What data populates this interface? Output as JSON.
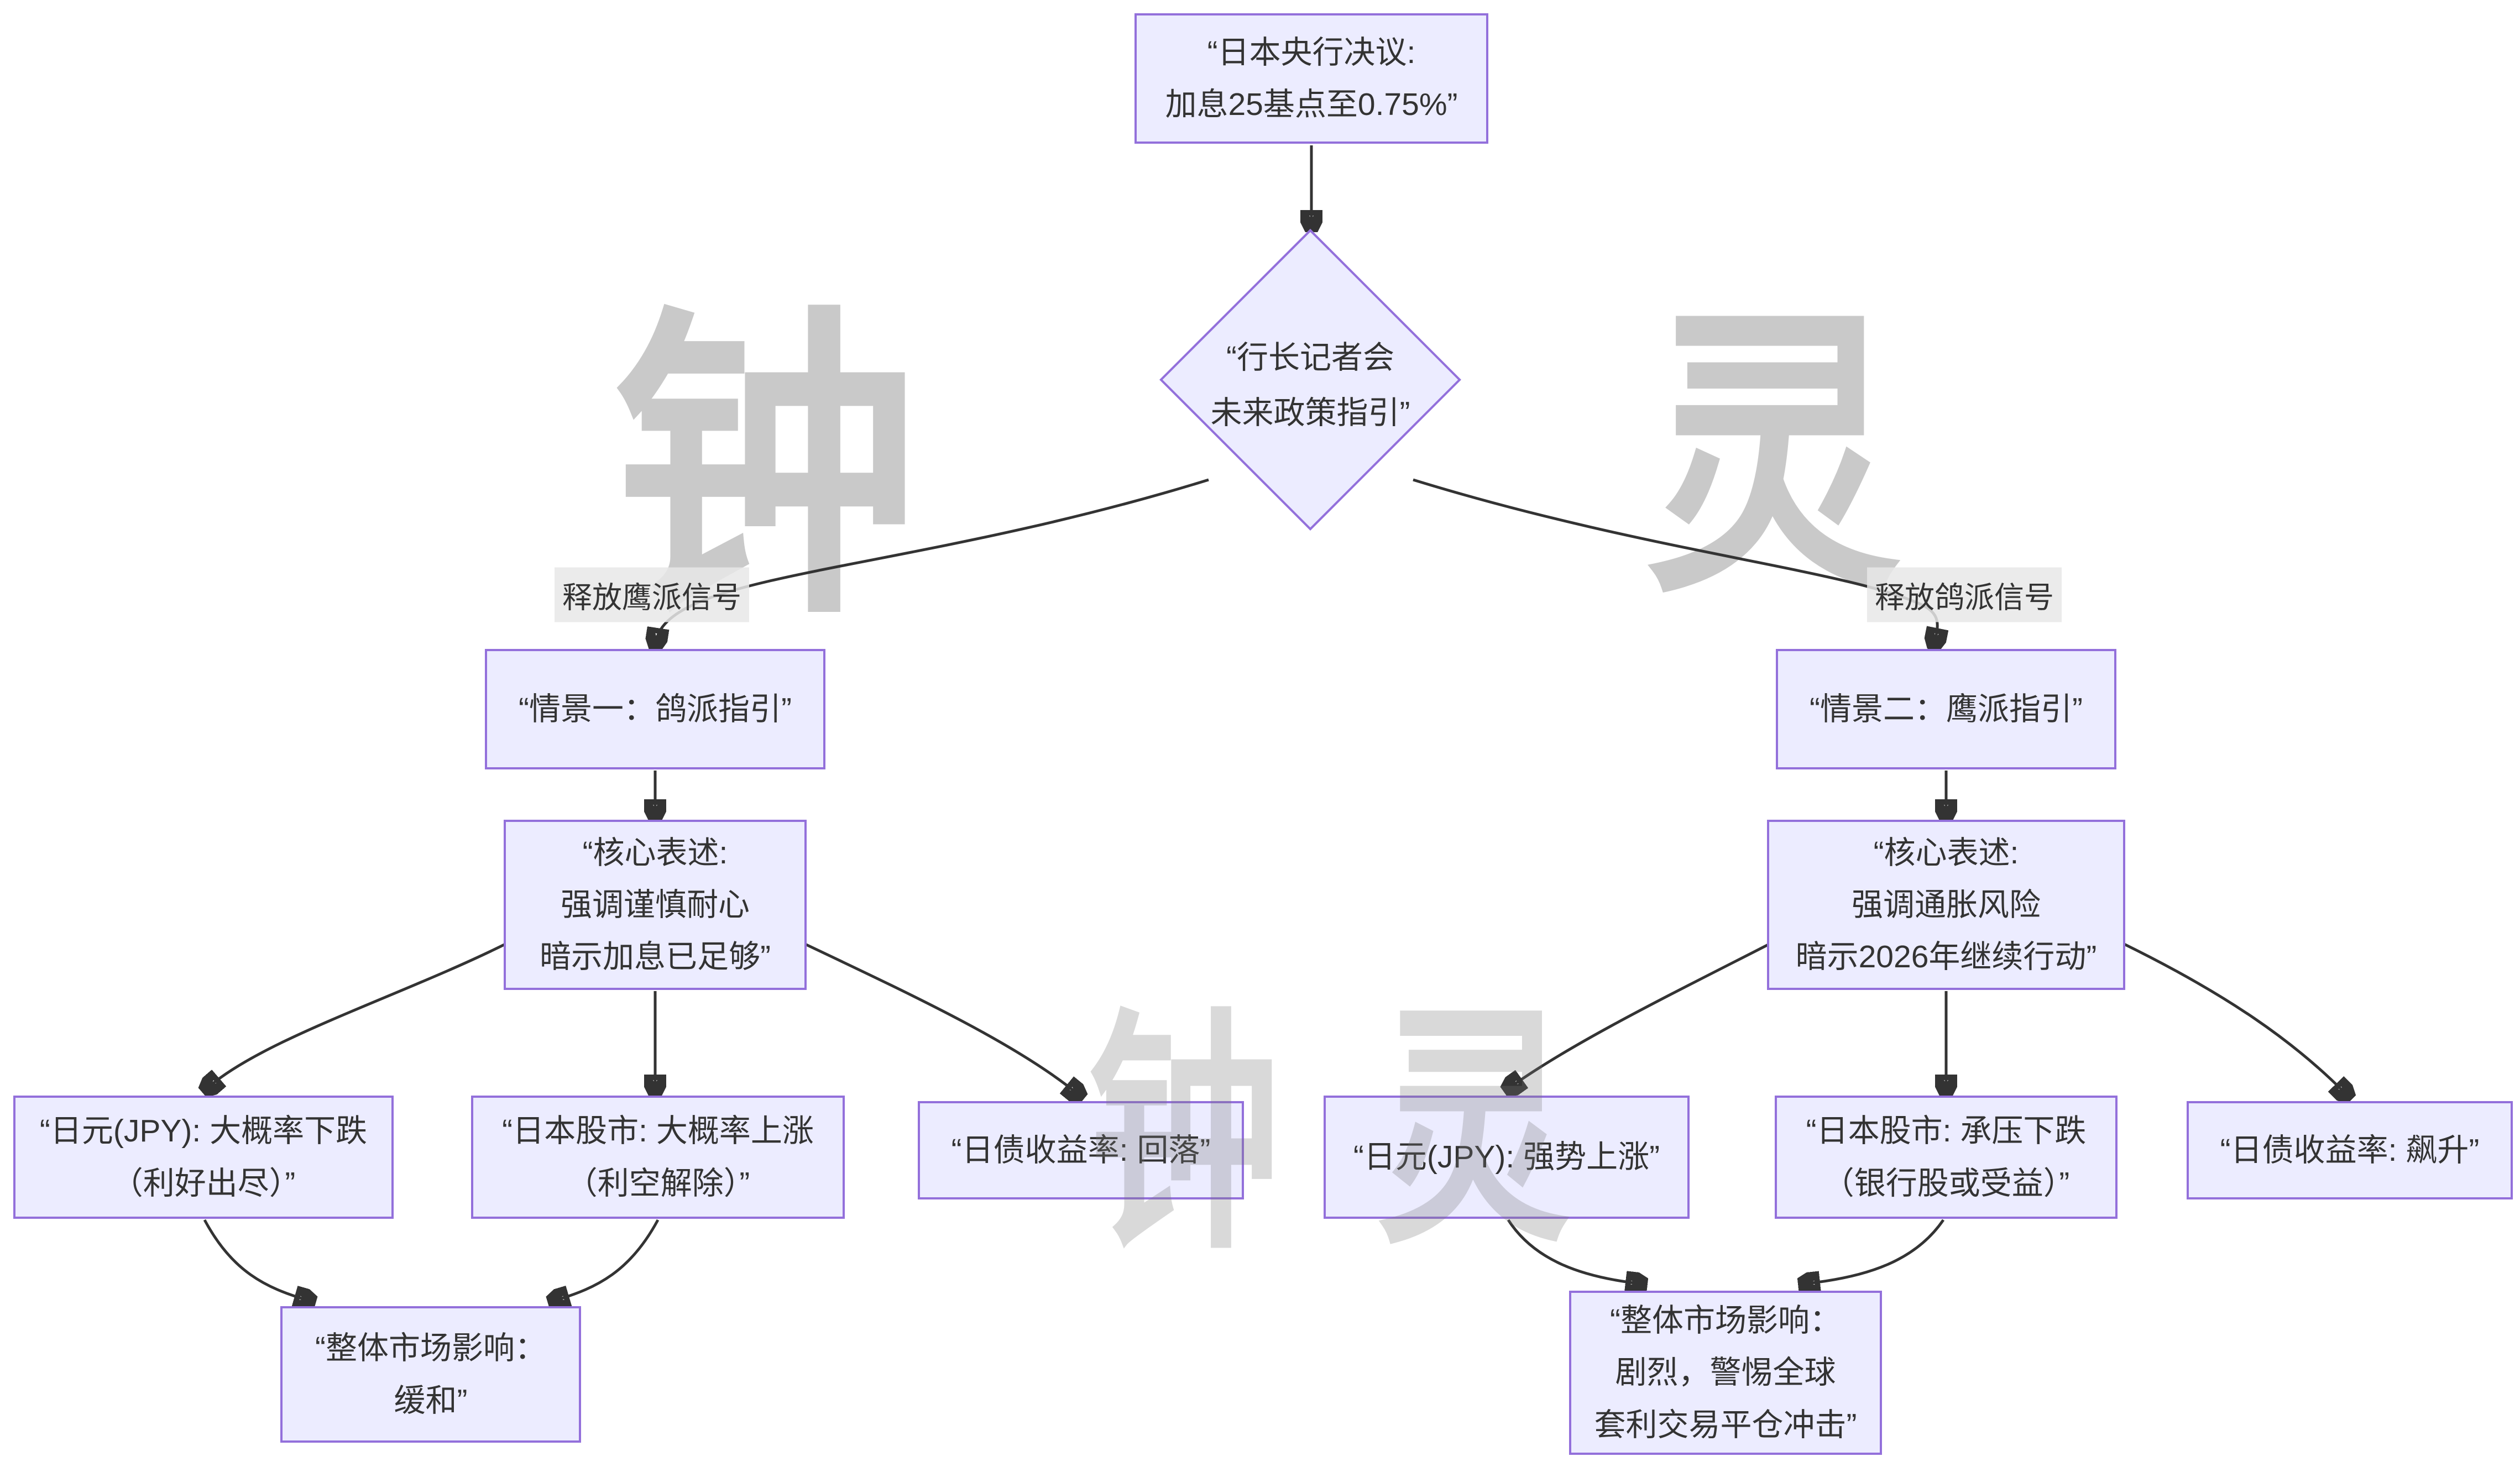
{
  "diagram": {
    "nodes": {
      "root": {
        "text": "“日本央行决议:\n加息25基点至0.75%”"
      },
      "decision": {
        "text": "“行长记者会\n未来政策指引”"
      },
      "scenario1": {
        "text": "“情景一：鸽派指引”"
      },
      "core1": {
        "text": "“核心表述:\n强调谨慎耐心\n暗示加息已足够”"
      },
      "jpy1": {
        "text": "“日元(JPY): 大概率下跌\n（利好出尽）”"
      },
      "stocks1": {
        "text": "“日本股市: 大概率上涨\n（利空解除）”"
      },
      "bonds1": {
        "text": "“日债收益率: 回落”"
      },
      "impact1": {
        "text": "“整体市场影响：\n缓和”"
      },
      "scenario2": {
        "text": "“情景二：鹰派指引”"
      },
      "core2": {
        "text": "“核心表述:\n强调通胀风险\n暗示2026年继续行动”"
      },
      "jpy2": {
        "text": "“日元(JPY): 强势上涨”"
      },
      "stocks2": {
        "text": "“日本股市: 承压下跌\n（银行股或受益）”"
      },
      "bonds2": {
        "text": "“日债收益率: 飙升”"
      },
      "impact2": {
        "text": "“整体市场影响：\n剧烈，警惕全球\n套利交易平仓冲击”"
      }
    },
    "edge_labels": {
      "hawkish": "释放鹰派信号",
      "dovish": "释放鸽派信号"
    },
    "watermarks": {
      "big_left": "钟",
      "big_right": "灵",
      "mid_left": "钟",
      "mid_right": "灵"
    },
    "colors": {
      "node_fill": "#ECECFF",
      "node_border": "#9370DB",
      "edge": "#333333",
      "edge_label_bg": "#E8E8E8",
      "text": "#333333",
      "watermark": "#C9C9C9"
    }
  }
}
